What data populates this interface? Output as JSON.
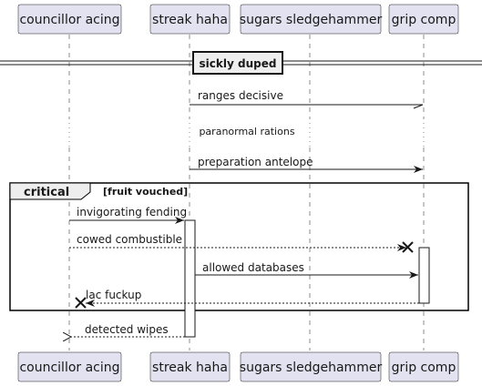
{
  "participants": [
    {
      "id": "councillor",
      "label": "councillor acing"
    },
    {
      "id": "streak",
      "label": "streak haha"
    },
    {
      "id": "sugars",
      "label": "sugars sledgehammer"
    },
    {
      "id": "grip",
      "label": "grip comp"
    }
  ],
  "divider": {
    "label": "sickly duped"
  },
  "delay": {
    "label": "paranormal rations"
  },
  "group": {
    "title": "critical",
    "condition": "[fruit vouched]"
  },
  "messages": [
    {
      "label": "ranges decisive",
      "from": "streak",
      "to": "grip",
      "style": "solid",
      "head": "half"
    },
    {
      "label": "preparation antelope",
      "from": "streak",
      "to": "grip",
      "style": "solid",
      "head": "filled"
    },
    {
      "label": "invigorating fending",
      "from": "councillor",
      "to": "streak",
      "style": "solid",
      "head": "filled"
    },
    {
      "label": "cowed combustible",
      "from": "councillor",
      "to": "grip",
      "style": "dashed",
      "head": "destroy"
    },
    {
      "label": "allowed databases",
      "from": "streak",
      "to": "grip",
      "style": "solid",
      "head": "filled"
    },
    {
      "label": "lac fuckup",
      "from": "grip",
      "to": "councillor",
      "style": "dashed",
      "head": "destroy"
    },
    {
      "label": "detected wipes",
      "from": "streak",
      "to": "councillor",
      "style": "dashed",
      "head": "open"
    }
  ]
}
